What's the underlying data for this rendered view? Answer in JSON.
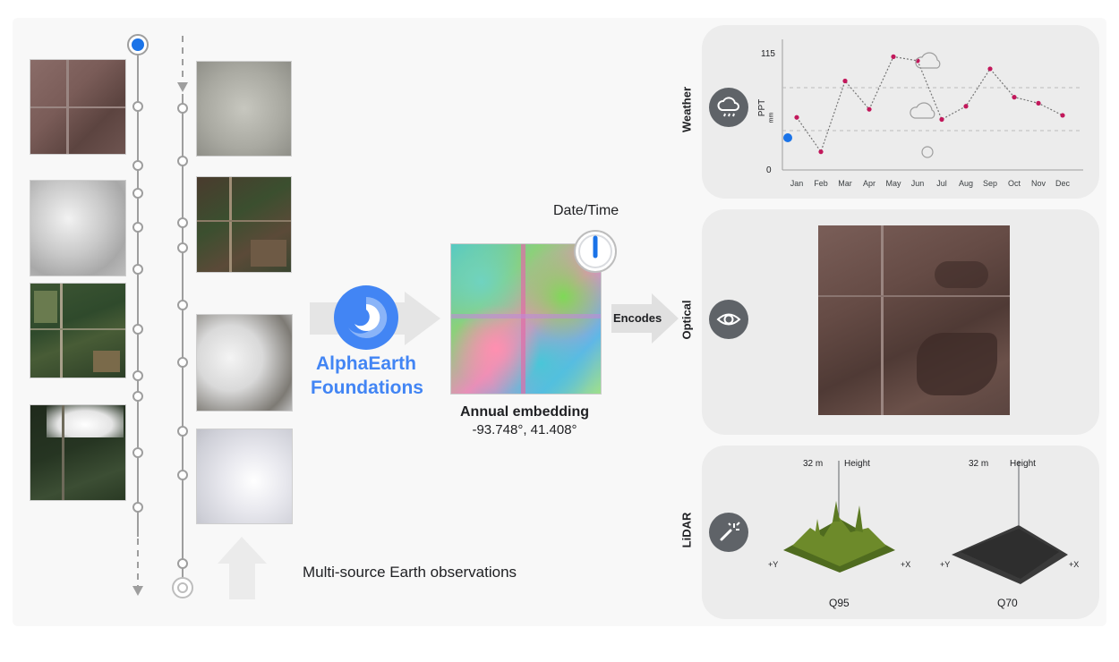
{
  "brand": {
    "line1": "AlphaEarth",
    "line2": "Foundations",
    "color": "#4285f4"
  },
  "datetime_label": "Date/Time",
  "embedding": {
    "title": "Annual embedding",
    "coords": "-93.748°, 41.408°"
  },
  "encodes_label": "Encodes",
  "observations_label": "Multi-source Earth observations",
  "weather": {
    "label": "Weather",
    "icon": "cloud-rain-icon",
    "y_axis_label": "PPT",
    "y_axis_sub": "mm",
    "y_max_tick": "115",
    "y_min_tick": "0",
    "months": [
      "Jan",
      "Feb",
      "Mar",
      "Apr",
      "May",
      "Jun",
      "Jul",
      "Aug",
      "Sep",
      "Oct",
      "Nov",
      "Dec"
    ],
    "values": [
      52,
      18,
      88,
      60,
      112,
      108,
      50,
      63,
      100,
      72,
      66,
      54
    ],
    "point_color": "#c2185b"
  },
  "optical": {
    "label": "Optical",
    "icon": "eye-icon"
  },
  "lidar": {
    "label": "LiDAR",
    "icon": "lidar-wand-icon",
    "panels": [
      {
        "name": "Q95",
        "height_value": "32 m",
        "height_label": "Height",
        "y_label": "+Y",
        "x_label": "+X"
      },
      {
        "name": "Q70",
        "height_value": "32 m",
        "height_label": "Height",
        "y_label": "+Y",
        "x_label": "+X"
      }
    ]
  }
}
